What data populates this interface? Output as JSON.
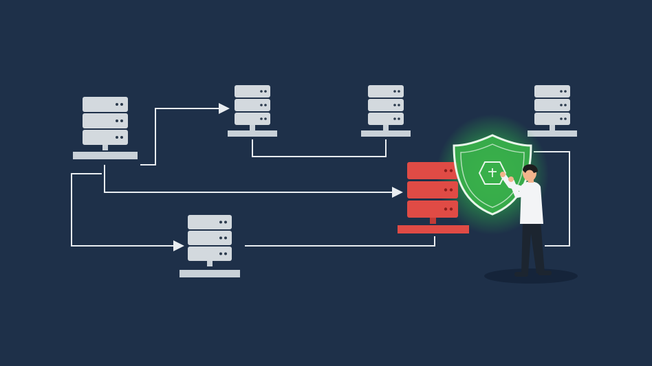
{
  "scene": {
    "description_free": true,
    "colors": {
      "background": "#1e3049",
      "server_body": "#d3d9de",
      "server_dot": "#2b3a4c",
      "server_base": "#c9d1d8",
      "compromised": "#e04b45",
      "compromised_dark": "#c13a36",
      "connector": "#e9edf1",
      "shield_glow": "#2fbf4a",
      "shield_fill": "#3bb54a",
      "shield_outline": "#e8f6ea",
      "person_shirt": "#f3f4f6",
      "person_pants": "#1c2530",
      "person_skin": "#f2b48c",
      "person_hair": "#1d1d1d",
      "shadow": "#15243a"
    },
    "servers": [
      {
        "id": "server-a",
        "status": "normal"
      },
      {
        "id": "server-b",
        "status": "normal"
      },
      {
        "id": "server-c",
        "status": "normal"
      },
      {
        "id": "server-d",
        "status": "normal"
      },
      {
        "id": "server-e",
        "status": "normal"
      },
      {
        "id": "server-f",
        "status": "compromised"
      }
    ],
    "icons": [
      "server-icon",
      "shield-icon",
      "lock-icon",
      "person-figure"
    ]
  }
}
